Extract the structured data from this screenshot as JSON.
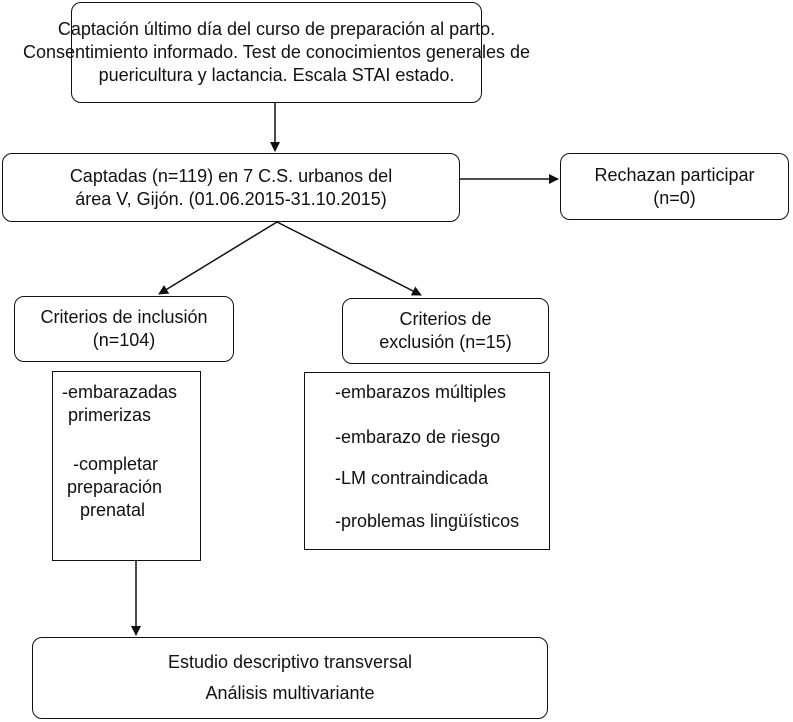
{
  "nodes": {
    "captacion": {
      "lines": [
        "Captación último día del curso de preparación al parto.",
        "Consentimiento informado. Test de conocimientos generales de",
        "puericultura y lactancia. Escala STAI estado."
      ]
    },
    "captadas": {
      "lines": [
        "Captadas (n=119) en 7 C.S. urbanos del",
        "área V, Gijón. (01.06.2015-31.10.2015)"
      ]
    },
    "rechazan": {
      "lines": [
        "Rechazan participar",
        "(n=0)"
      ]
    },
    "inclusion": {
      "lines": [
        "Criterios de inclusión",
        "(n=104)"
      ]
    },
    "exclusion": {
      "lines": [
        "Criterios de",
        "exclusión (n=15)"
      ]
    },
    "inclusion_list": {
      "lines": [
        "-embarazadas",
        "primerizas",
        "-completar",
        "preparación",
        "prenatal"
      ]
    },
    "exclusion_list": {
      "lines": [
        "-embarazos múltiples",
        "-embarazo de riesgo",
        "-LM contraindicada",
        "-problemas lingüísticos"
      ]
    },
    "estudio": {
      "lines": [
        "Estudio descriptivo transversal",
        "Análisis multivariante"
      ]
    }
  }
}
